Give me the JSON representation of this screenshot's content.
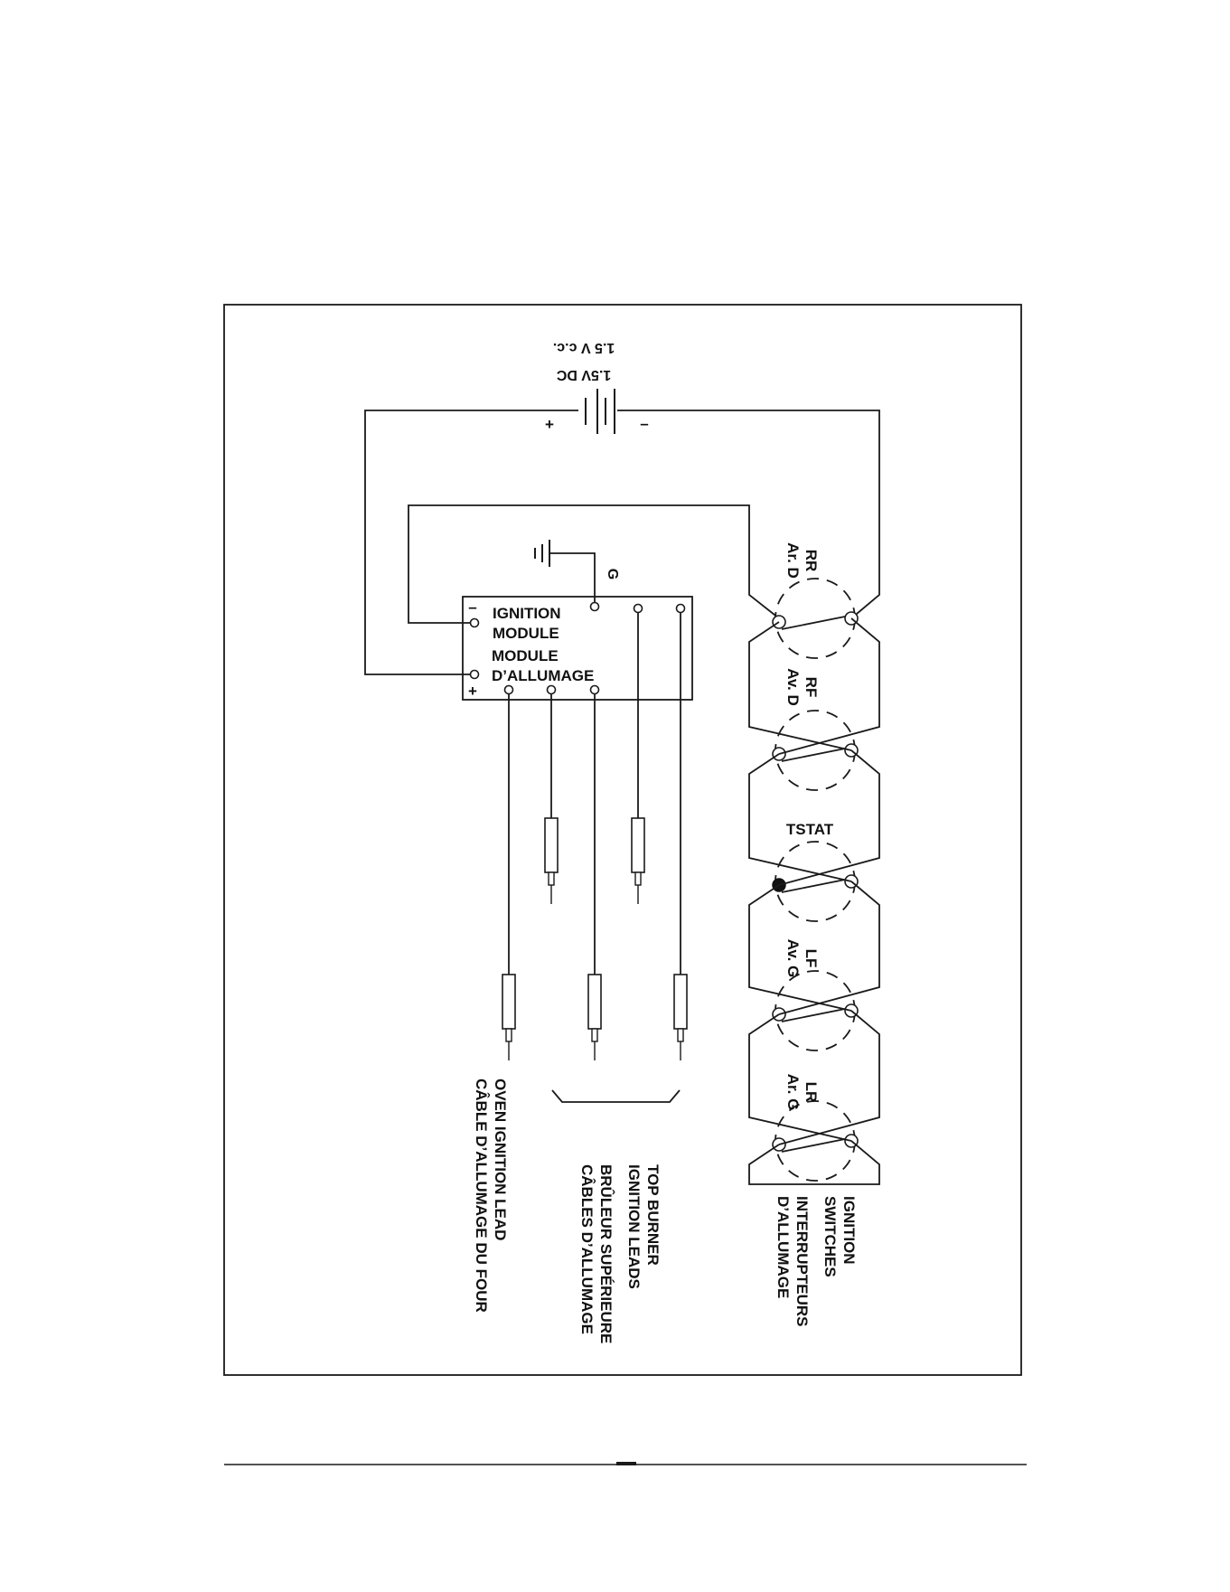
{
  "battery": {
    "label_en": "1.5V DC",
    "label_fr": "1.5 V c.c.",
    "plus": "+",
    "minus": "–"
  },
  "module": {
    "line1": "IGNITION",
    "line2": "MODULE",
    "line3": "MODULE",
    "line4": "D’ALLUMAGE",
    "minus": "–",
    "plus": "+",
    "ground": "G"
  },
  "switches": [
    {
      "en": "RR",
      "fr": "Ar. D",
      "closed_left": false
    },
    {
      "en": "RF",
      "fr": "Av. D",
      "closed_left": false
    },
    {
      "en": "TSTAT",
      "fr": "",
      "closed_left": true
    },
    {
      "en": "LF",
      "fr": "Av. G",
      "closed_left": false
    },
    {
      "en": "LR",
      "fr": "Ar. G",
      "closed_left": false
    }
  ],
  "labels": {
    "oven_lead_1": "OVEN IGNITION LEAD",
    "oven_lead_2": "CÂBLE D’ALLUMAGE DU FOUR",
    "top_burner_1": "TOP BURNER",
    "top_burner_2": "IGNITION LEADS",
    "top_burner_3": "BRÛLEUR SUPÉRIEURE",
    "top_burner_4": "CÂBLES D’ALLUMAGE",
    "switches_1": "IGNITION",
    "switches_2": "SWITCHES",
    "switches_3": "INTERRUPTEURS",
    "switches_4": "D’ALLUMAGE"
  }
}
